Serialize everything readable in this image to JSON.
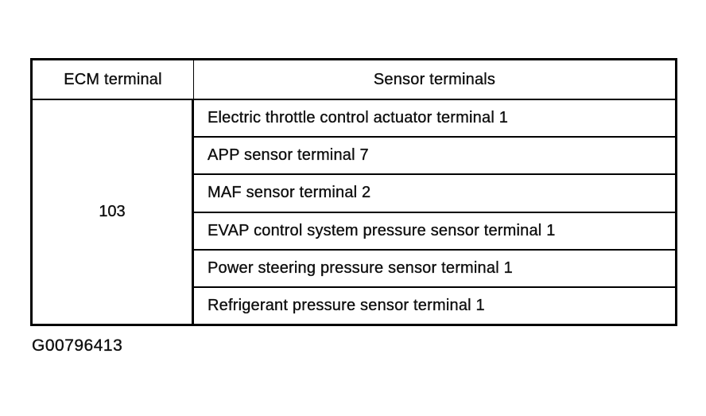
{
  "table": {
    "headers": [
      "ECM terminal",
      "Sensor terminals"
    ],
    "ecm_terminal": "103",
    "sensor_terminals": [
      "Electric throttle control actuator terminal 1",
      "APP sensor terminal 7",
      "MAF sensor terminal 2",
      "EVAP control system pressure sensor terminal 1",
      "Power steering pressure sensor terminal 1",
      "Refrigerant pressure sensor terminal 1"
    ]
  },
  "caption": "G00796413",
  "colors": {
    "background": "#ffffff",
    "text": "#0f0f0f",
    "border": "#000000"
  }
}
